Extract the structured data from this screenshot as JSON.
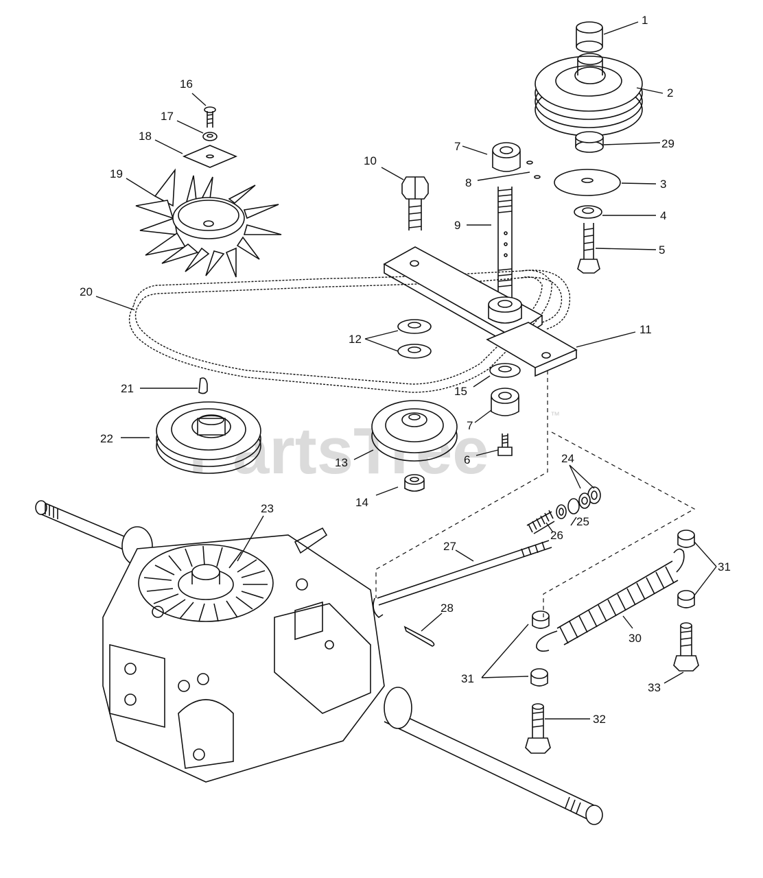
{
  "watermark": {
    "brand": "PartsTree",
    "trademark": "™"
  },
  "callouts": {
    "c1": "1",
    "c2": "2",
    "c3": "3",
    "c4": "4",
    "c5": "5",
    "c6": "6",
    "c7a": "7",
    "c7b": "7",
    "c8": "8",
    "c9": "9",
    "c10": "10",
    "c11": "11",
    "c12": "12",
    "c13": "13",
    "c14": "14",
    "c15": "15",
    "c16": "16",
    "c17": "17",
    "c18": "18",
    "c19": "19",
    "c20": "20",
    "c21": "21",
    "c22": "22",
    "c23": "23",
    "c24": "24",
    "c25": "25",
    "c26": "26",
    "c27": "27",
    "c28": "28",
    "c29": "29",
    "c30": "30",
    "c31a": "31",
    "c31b": "31",
    "c32": "32",
    "c33": "33"
  }
}
